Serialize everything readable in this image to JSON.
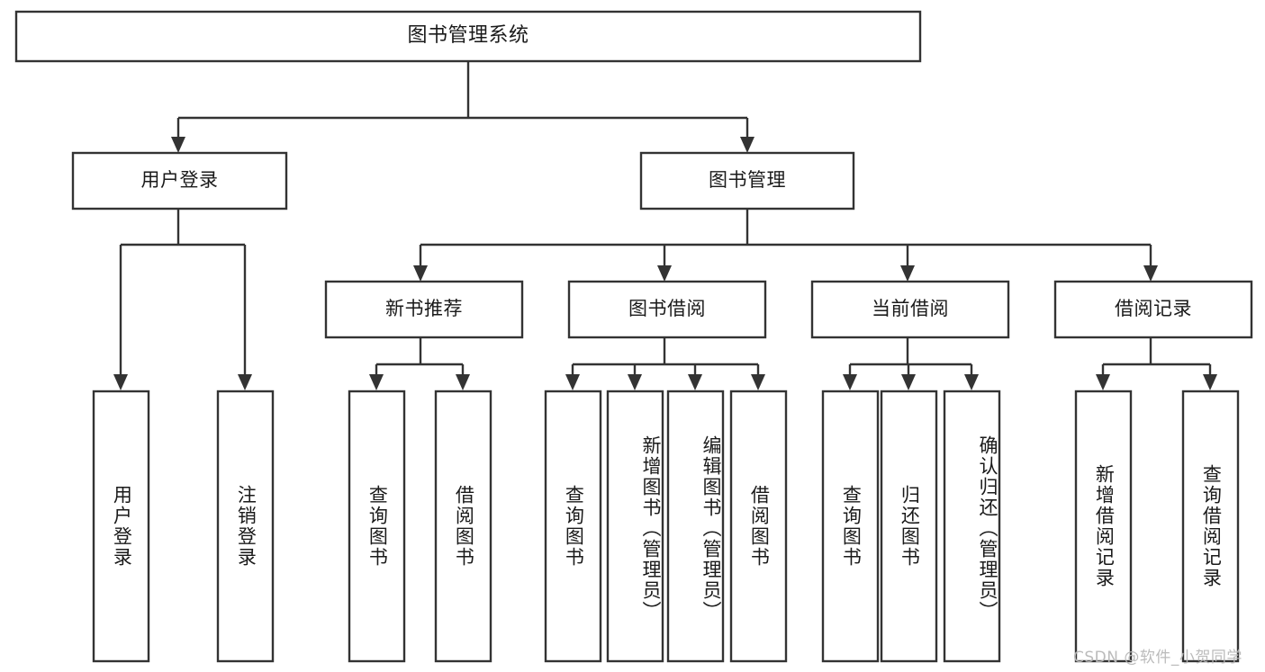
{
  "diagram": {
    "type": "tree-hierarchy",
    "title": "图书管理系统",
    "root": {
      "label": "图书管理系统"
    },
    "level1": [
      {
        "label": "用户登录"
      },
      {
        "label": "图书管理"
      }
    ],
    "level2": [
      {
        "label": "新书推荐",
        "parent": "图书管理"
      },
      {
        "label": "图书借阅",
        "parent": "图书管理"
      },
      {
        "label": "当前借阅",
        "parent": "图书管理"
      },
      {
        "label": "借阅记录",
        "parent": "图书管理"
      }
    ],
    "leaves": {
      "user_login": [
        {
          "label": "用户登录"
        },
        {
          "label": "注销登录"
        }
      ],
      "new_book": [
        {
          "label": "查询图书"
        },
        {
          "label": "借阅图书"
        }
      ],
      "book_borrow": [
        {
          "label": "查询图书"
        },
        {
          "label": "新增图书（管理员）"
        },
        {
          "label": "编辑图书（管理员）"
        },
        {
          "label": "借阅图书"
        }
      ],
      "current_borrow": [
        {
          "label": "查询图书"
        },
        {
          "label": "归还图书"
        },
        {
          "label": "确认归还（管理员）"
        }
      ],
      "borrow_record": [
        {
          "label": "新增借阅记录"
        },
        {
          "label": "查询借阅记录"
        }
      ]
    }
  },
  "watermark": {
    "text": "CSDN @软件_小贺同学",
    "color": "#b8b8b8"
  },
  "style": {
    "stroke": "#333333",
    "fill": "#ffffff",
    "text": "#1a1a1a"
  }
}
